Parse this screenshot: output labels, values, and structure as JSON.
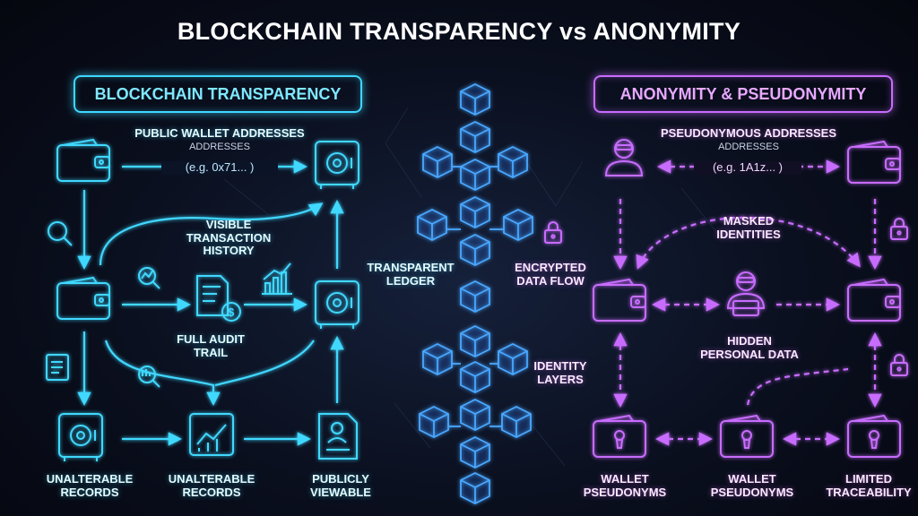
{
  "title": "BLOCKCHAIN TRANSPARENCY vs ANONYMITY",
  "left": {
    "header": "BLOCKCHAIN TRANSPARENCY",
    "public_addresses": "PUBLIC WALLET ADDRESSES",
    "addresses_sub": "ADDRESSES",
    "example": "(e.g. 0x71... )",
    "visible_history": [
      "VISIBLE",
      "TRANSACTION",
      "HISTORY"
    ],
    "full_audit": [
      "FULL AUDIT",
      "TRAIL"
    ],
    "bottom_labels": [
      [
        "UNALTERABLE",
        "RECORDS"
      ],
      [
        "UNALTERABLE",
        "RECORDS"
      ],
      [
        "PUBLICLY",
        "VIEWABLE"
      ]
    ]
  },
  "center": {
    "transparent_ledger": [
      "TRANSPARENT",
      "LEDGER"
    ],
    "encrypted_flow": [
      "ENCRYPTED",
      "DATA FLOW"
    ],
    "identity_layers": [
      "IDENTITY",
      "LAYERS"
    ]
  },
  "right": {
    "header": "ANONYMITY & PSEUDONYMITY",
    "pseudo_addresses": "PSEUDONYMOUS ADDRESSES",
    "addresses_sub": "ADDRESSES",
    "example": "(e.g. 1A1z... )",
    "masked": [
      "MASKED",
      "IDENTITIES"
    ],
    "hidden": [
      "HIDDEN",
      "PERSONAL DATA"
    ],
    "bottom_labels": [
      [
        "WALLET",
        "PSEUDONYMS"
      ],
      [
        "WALLET",
        "PSEUDONYMS"
      ],
      [
        "LIMITED",
        "TRACEABILITY"
      ]
    ]
  },
  "colors": {
    "cyan": "#3fd8ff",
    "pink": "#c86cff",
    "background": "#0a0f1e"
  }
}
